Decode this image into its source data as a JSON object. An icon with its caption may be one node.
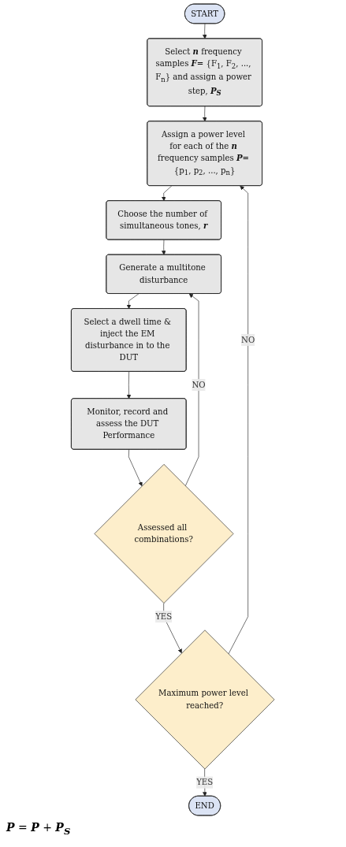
{
  "diagram": {
    "nodes": [
      {
        "text": [
          "START"
        ]
      },
      {
        "text": [
          "Select **n** frequency samples **F**= {F$_{1}$, F$_{2}$, ..., F$_{n}$} and assign a power step, **P$_{S}$**"
        ]
      },
      {
        "text": [
          "Assign a power level for each of the **n** frequency samples **P**= {p$_{1}$, p$_{2}$, ..., p$_{n}$}"
        ]
      },
      {
        "text": [
          "Choose the number of simultaneous tones, **r**"
        ]
      },
      {
        "text": [
          "Generate a multitone disturbance"
        ]
      },
      {
        "text": [
          "Select a dwell time & inject the EM disturbance in to the DUT"
        ]
      },
      {
        "text": [
          "Monitor, record and assess the DUT Performance"
        ]
      },
      {
        "text": [
          "Assessed all combinations?"
        ]
      },
      {
        "text": [
          "Maximum power level reached?"
        ]
      },
      {
        "text": [
          "END"
        ]
      }
    ],
    "edges": [
      {
        "from": 0,
        "to": 1,
        "arrow": "to"
      },
      {
        "from": 1,
        "to": 2,
        "arrow": "to"
      },
      {
        "from": 2,
        "to": 3,
        "arrow": "to"
      },
      {
        "from": 3,
        "to": 4,
        "arrow": "to"
      },
      {
        "from": 4,
        "to": 5,
        "arrow": "to"
      },
      {
        "from": 5,
        "to": 6,
        "arrow": "to"
      },
      {
        "from": 6,
        "to": 7,
        "arrow": "to"
      },
      {
        "from": 7,
        "to": 8,
        "label": "YES",
        "arrow": "to"
      },
      {
        "from": 7,
        "to": 4,
        "label": "NO",
        "arrow": "to"
      },
      {
        "from": 8,
        "to": 2,
        "label": "NO",
        "arrow": "to"
      },
      {
        "from": 8,
        "to": 9,
        "label": "YES",
        "arrow": "to"
      }
    ],
    "labels": [
      "**P** = **P** + **P$_{S}$**"
    ]
  }
}
